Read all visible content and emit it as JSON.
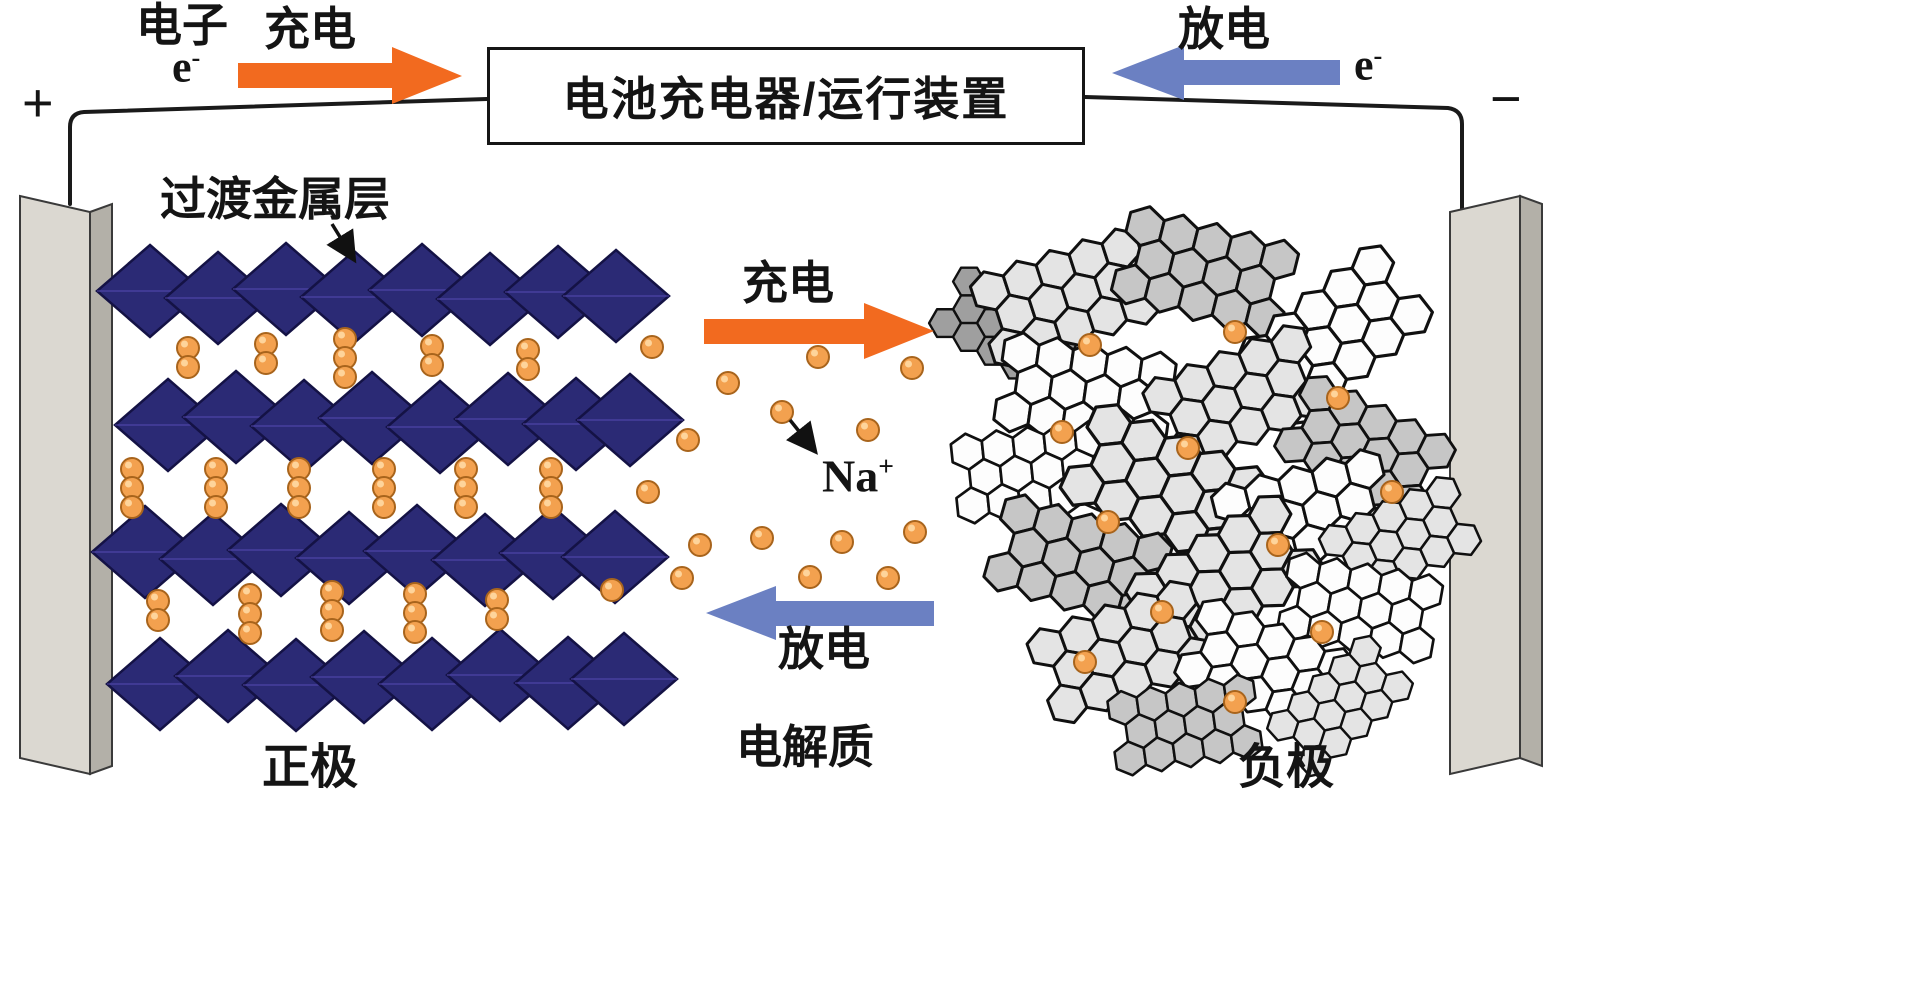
{
  "diagram": {
    "type": "sodium-ion-battery-working-principle",
    "top": {
      "electron_label": "电子",
      "electron_symbol_left": {
        "base": "e",
        "sup": "-"
      },
      "charge_label": "充电",
      "charger_box_label": "电池充电器/运行装置",
      "discharge_label": "放电",
      "electron_symbol_right": {
        "base": "e",
        "sup": "-"
      },
      "plus_terminal": "+",
      "minus_terminal": "−"
    },
    "cathode": {
      "layer_label": "过渡金属层",
      "electrode_label": "正极"
    },
    "middle": {
      "charge_label": "充电",
      "ion_label": {
        "base": "Na",
        "sup": "+"
      },
      "discharge_label": "放电",
      "electrolyte_label": "电解质"
    },
    "anode": {
      "electrode_label": "负极"
    }
  },
  "colors": {
    "charge_arrow": "#f26a1f",
    "discharge_arrow": "#6b80c2",
    "cathode_layer": "#2b2a75",
    "ion_fill": "#f3a14f",
    "wire": "#1a1a1a"
  }
}
